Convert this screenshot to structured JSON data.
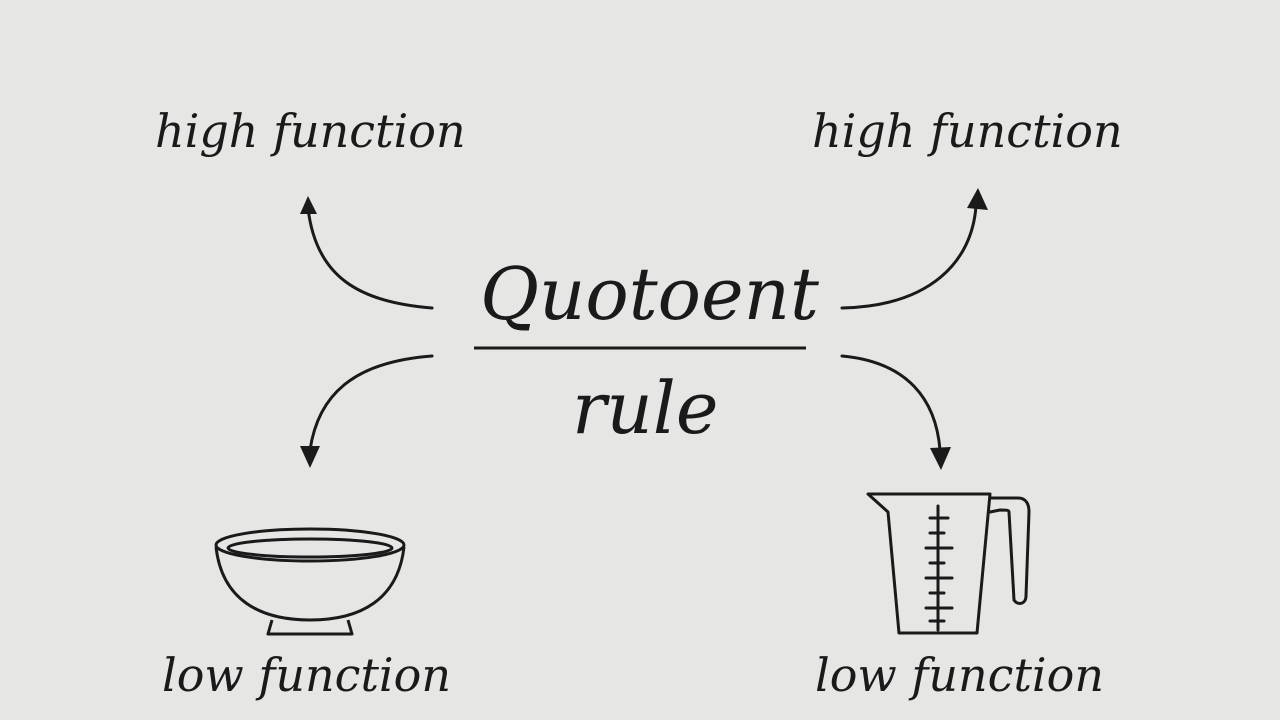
{
  "diagram": {
    "numerator": "Quotoent",
    "denominator": "rule",
    "top_left_label": "high function",
    "top_right_label": "high function",
    "bottom_left_label": "low function",
    "bottom_right_label": "low function",
    "icons": {
      "bottom_left": "bowl-icon",
      "bottom_right": "measuring-cup-icon"
    },
    "colors": {
      "background": "#e6e6e4",
      "ink": "#1a1a1a"
    }
  }
}
